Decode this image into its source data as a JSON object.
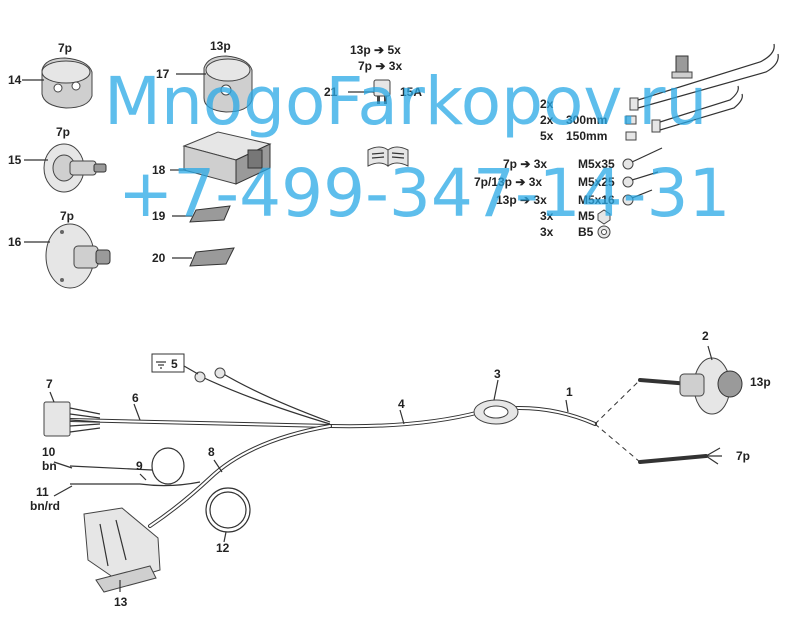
{
  "parts": {
    "p14": {
      "num": "14",
      "title": "7p"
    },
    "p17": {
      "num": "17",
      "title": "13p"
    },
    "p15": {
      "num": "15",
      "title": "7p"
    },
    "p16": {
      "num": "16",
      "title": "7p"
    },
    "p18": {
      "num": "18"
    },
    "p19": {
      "num": "19"
    },
    "p20": {
      "num": "20"
    },
    "p21": {
      "num": "21",
      "value": "15A"
    }
  },
  "fuse_counts": [
    {
      "from": "13p",
      "arrow": "➔",
      "qty": "5x"
    },
    {
      "from": "7p",
      "arrow": "➔",
      "qty": "3x"
    }
  ],
  "hardware": [
    {
      "qty": "2x",
      "desc": ""
    },
    {
      "qty": "2x",
      "desc": "300mm"
    },
    {
      "qty": "5x",
      "desc": "150mm"
    },
    {
      "qty": "7p ➔ 3x",
      "desc": "M5x35"
    },
    {
      "qty": "7p/13p ➔ 3x",
      "desc": "M5x25"
    },
    {
      "qty": "13p ➔ 3x",
      "desc": "M5x16"
    },
    {
      "qty": "3x",
      "desc": "M5"
    },
    {
      "qty": "3x",
      "desc": "B5"
    }
  ],
  "harness": {
    "n1": "1",
    "n2": "2",
    "n3": "3",
    "n4": "4",
    "n5": "5",
    "n6": "6",
    "n7": "7",
    "n8": "8",
    "n9": "9",
    "n10": "10",
    "n11": "11",
    "n12": "12",
    "n13": "13",
    "bn": "bn",
    "bnrd": "bn/rd",
    "out13": "13p",
    "out7": "7p"
  },
  "watermark": {
    "line1": "MnogoFarkopov.ru",
    "line2": "+7-499-347-14-31"
  },
  "colors": {
    "watermark": "#29a9e6",
    "line": "#333333"
  }
}
